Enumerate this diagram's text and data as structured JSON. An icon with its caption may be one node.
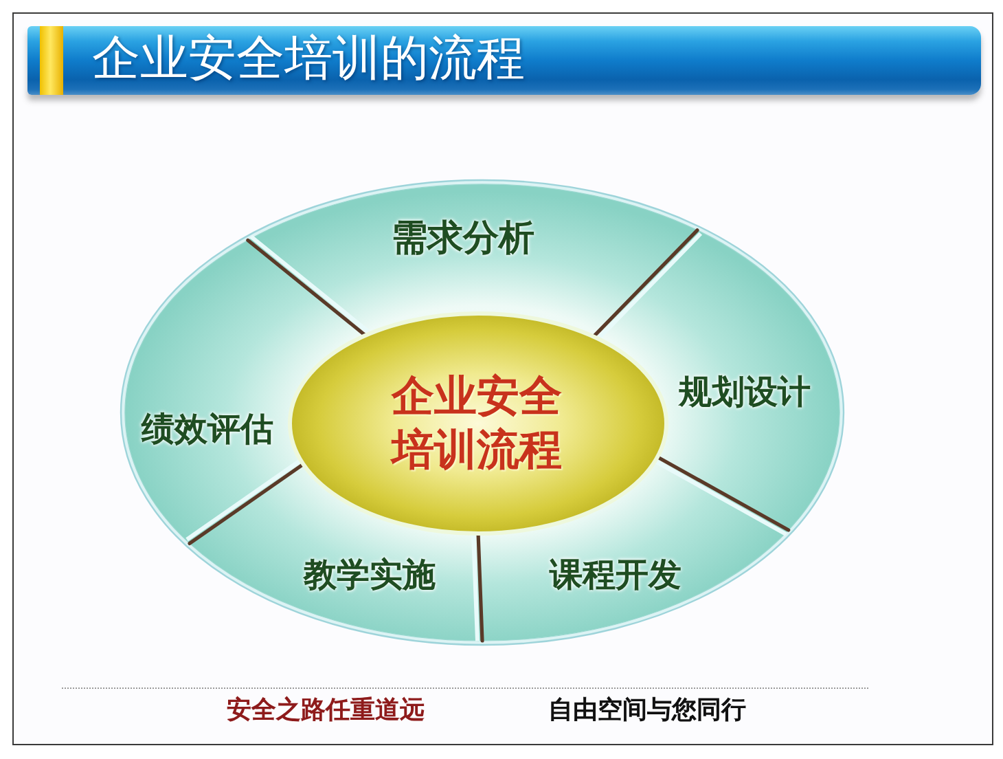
{
  "diagram": {
    "title": "企业安全培训的流程",
    "nodes": [
      {
        "text": [
          "企业安全培训流程"
        ]
      },
      {
        "text": [
          "需求分析"
        ]
      },
      {
        "text": [
          "规划设计"
        ]
      },
      {
        "text": [
          "课程开发"
        ]
      },
      {
        "text": [
          "教学实施"
        ]
      },
      {
        "text": [
          "绩效评估"
        ]
      }
    ],
    "labels": [
      "安全之路任重道远",
      "自由空间与您同行"
    ]
  }
}
